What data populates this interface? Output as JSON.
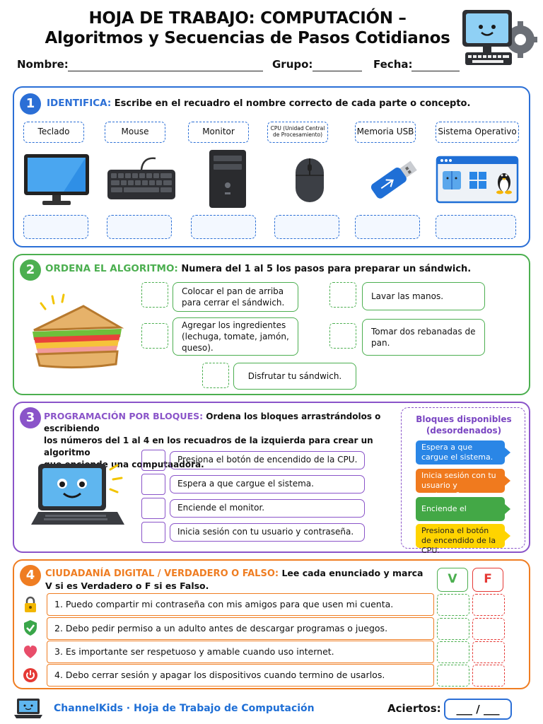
{
  "header": {
    "title_line1": "HOJA DE TRABAJO: COMPUTACIÓN –",
    "title_line2": "Algoritmos y Secuencias de Pasos Cotidianos",
    "name_label": "Nombre:",
    "group_label": "Grupo:",
    "date_label": "Fecha:"
  },
  "section1": {
    "number": "1",
    "keyword": "IDENTIFICA:",
    "instruction": "Escribe en el recuadro el nombre correcto de cada parte o concepto.",
    "terms": [
      "Teclado",
      "Mouse",
      "Monitor",
      "CPU (Unidad Central de Procesamiento)",
      "Memoria USB",
      "Sistema Operativo"
    ],
    "pictures": [
      "monitor-icon",
      "keyboard-icon",
      "cpu-tower-icon",
      "mouse-icon",
      "usb-drive-icon",
      "operating-system-icon"
    ]
  },
  "section2": {
    "number": "2",
    "keyword": "ORDENA EL ALGORITMO:",
    "instruction": "Numera del 1 al 5 los pasos para preparar un sándwich.",
    "steps": [
      "Colocar el pan de arriba para cerrar el sándwich.",
      "Lavar las manos.",
      "Agregar los ingredientes (lechuga, tomate, jamón, queso).",
      "Tomar dos rebanadas de pan.",
      "Disfrutar tu sándwich."
    ]
  },
  "section3": {
    "number": "3",
    "keyword": "PROGRAMACIÓN POR BLOQUES:",
    "instruction_line1": "Ordena los bloques arrastrándolos o escribiendo",
    "instruction_line2": "los números del 1 al 4 en los recuadros de la izquierda para crear un algoritmo",
    "instruction_line3": "que enciende una computaadora.",
    "steps": [
      "Presiona el botón de encendido de la CPU.",
      "Espera a que cargue el sistema.",
      "Enciende el monitor.",
      "Inicia sesión con tu usuario y contraseña."
    ],
    "blocks_title_line1": "Bloques disponibles",
    "blocks_title_line2": "(desordenados)",
    "blocks": [
      {
        "text": "Espera a que cargue el sistema.",
        "color": "#2a86e6"
      },
      {
        "text": "Inicia sesión con tu usuario y contraseña.",
        "color": "#f07a1e"
      },
      {
        "text": "Enciende el monitor.",
        "color": "#43a846"
      },
      {
        "text": "Presiona el botón de encendido de la CPU.",
        "color": "#ffd400"
      }
    ]
  },
  "section4": {
    "number": "4",
    "keyword": "CIUDADANÍA DIGITAL / VERDADERO O FALSO:",
    "instruction_line1": "Lee cada enunciado y marca",
    "instruction_line2": "V si es Verdadero o F si es Falso.",
    "true_label": "V",
    "false_label": "F",
    "statements": [
      "1.  Puedo compartir mi contraseña con mis amigos para que usen mi cuenta.",
      "2.  Debo pedir permiso a un adulto antes de descargar programas o juegos.",
      "3.  Es importante ser respetuoso y amable cuando uso internet.",
      "4.  Debo cerrar sesión y apagar los dispositivos cuando termino de usarlos."
    ]
  },
  "footer": {
    "brand": "ChannelKids · Hoja de Trabajo de Computación",
    "score_label": "Aciertos:",
    "score_value": "___ / ___"
  },
  "colors": {
    "blue": "#2b6fd6",
    "green": "#4caf50",
    "purple": "#8a54c9",
    "orange": "#ef7d22",
    "red": "#e53935"
  }
}
